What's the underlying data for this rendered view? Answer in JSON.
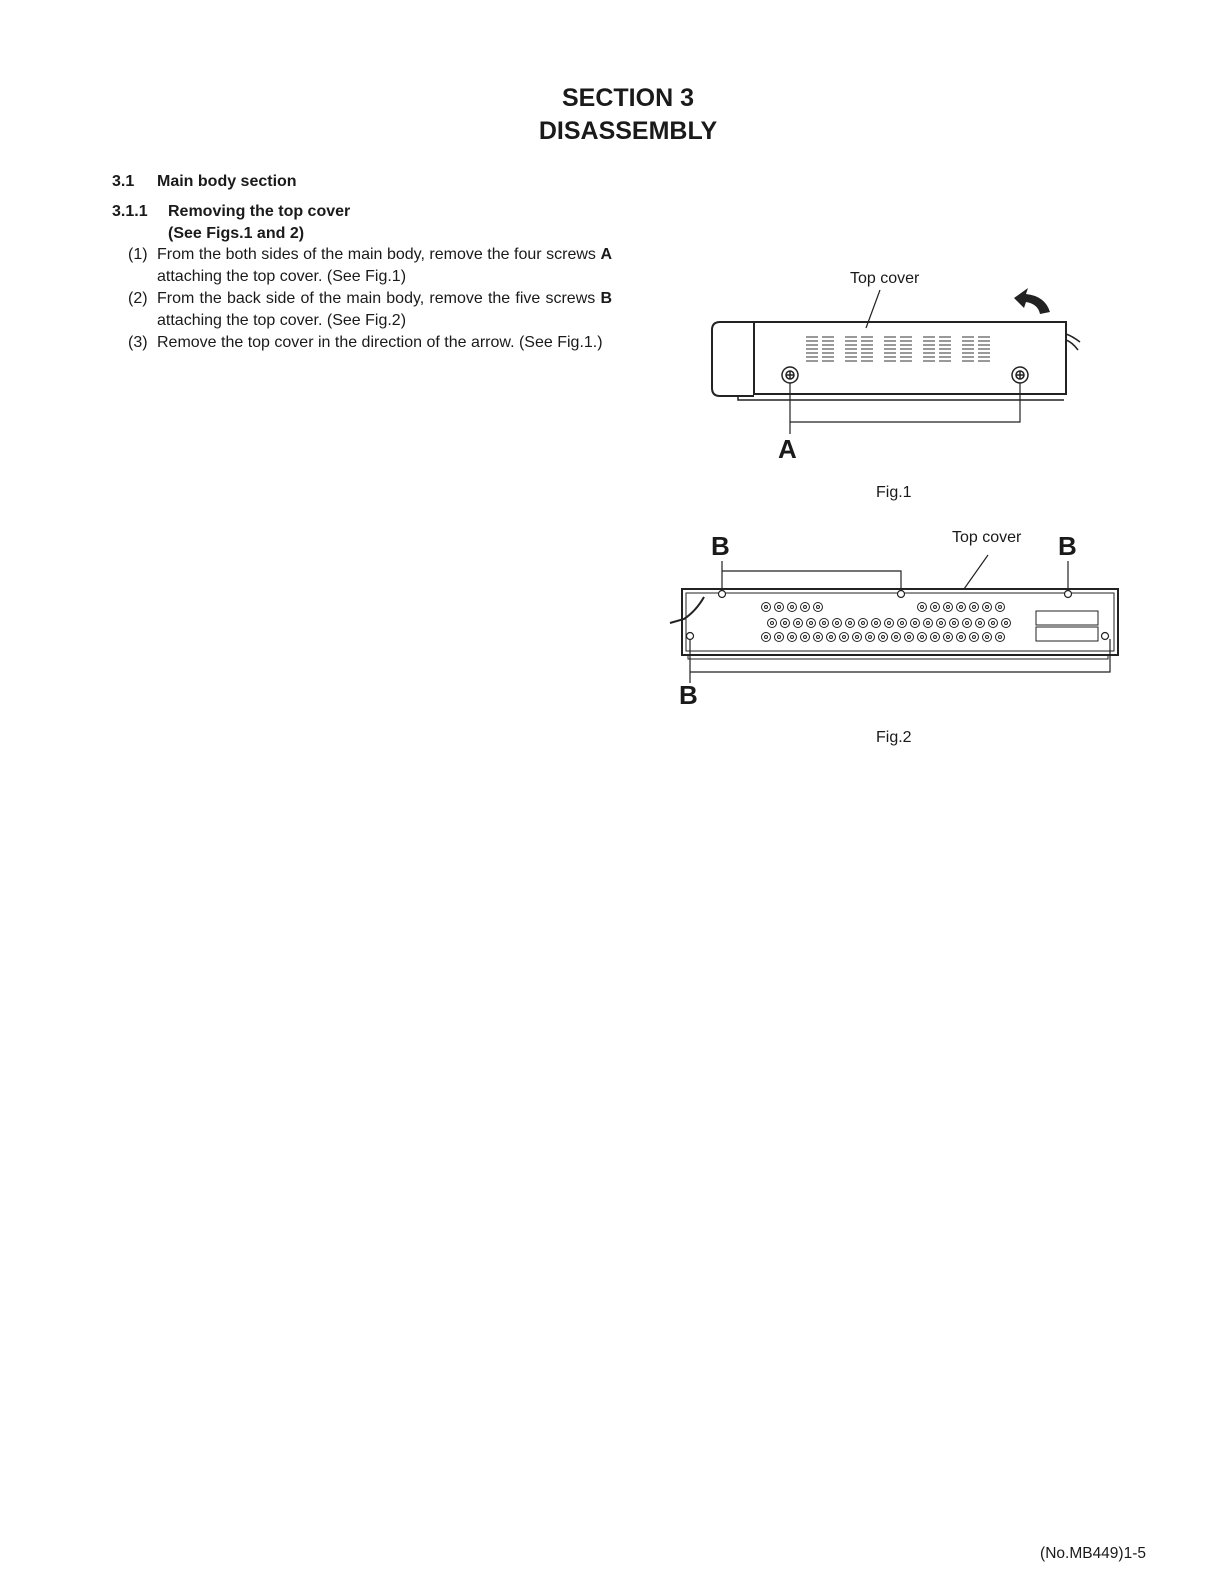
{
  "header": {
    "section": "SECTION 3",
    "title": "DISASSEMBLY"
  },
  "sections": {
    "s31": {
      "number": "3.1",
      "title": "Main body section"
    },
    "s311": {
      "number": "3.1.1",
      "title": "Removing the top cover",
      "subtitle": "(See Figs.1 and 2)"
    }
  },
  "steps": [
    {
      "index": "(1)",
      "before": "From the both sides of the main body, remove the four screws ",
      "bold": "A",
      "after": " attaching the top cover. (See Fig.1)"
    },
    {
      "index": "(2)",
      "before": "From the back side of the main body, remove the five screws ",
      "bold": "B",
      "after": " attaching the top cover. (See Fig.2)"
    },
    {
      "index": "(3)",
      "before": "Remove the top cover in the direction of the arrow. (See Fig.1.)",
      "bold": "",
      "after": ""
    }
  ],
  "fig1": {
    "label_top_cover": "Top cover",
    "label_screw": "A",
    "caption": "Fig.1"
  },
  "fig2": {
    "label_top_cover": "Top cover",
    "label_screw_left": "B",
    "label_screw_right": "B",
    "label_screw_bottom": "B",
    "caption": "Fig.2"
  },
  "footer": {
    "page_ref": "(No.MB449)1-5"
  }
}
